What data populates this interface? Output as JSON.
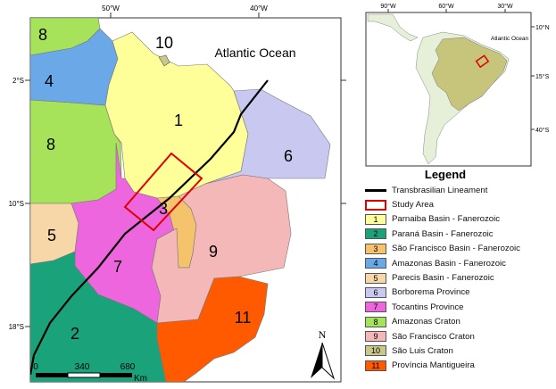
{
  "main_map": {
    "ocean_label": "Atlantic Ocean",
    "longitude_labels": [
      "50°W",
      "40°W"
    ],
    "latitude_labels": [
      "2°S",
      "10°S",
      "18°S"
    ],
    "region_labels": [
      "8",
      "4",
      "8",
      "10",
      "1",
      "6",
      "5",
      "3",
      "7",
      "9",
      "2",
      "11"
    ],
    "scale": {
      "ticks": [
        "0",
        "340",
        "680"
      ],
      "unit": "Km"
    },
    "north_label": "N",
    "colors": {
      "ocean": "#ffffff",
      "parnaiba": "#ffff99",
      "parana": "#1aa37a",
      "sao_francisco_basin": "#f5c36b",
      "amazonas_basin": "#6aa8e8",
      "parecis": "#f7d7a8",
      "borborema": "#c8c8f0",
      "tocantins": "#ee66dd",
      "amazonas_craton": "#a6e35a",
      "sao_francisco_craton": "#f5b8b8",
      "sao_luis": "#c8c88a",
      "mantiqueira": "#ff5a00",
      "lineament": "#000000",
      "study_area": "#e00000"
    }
  },
  "inset_map": {
    "longitude_labels": [
      "90°W",
      "60°W",
      "30°W"
    ],
    "latitude_labels": [
      "10°N",
      "15°S",
      "40°S"
    ],
    "ocean_label": "Atlantic Ocean",
    "colors": {
      "land": "#e6f0d8",
      "brazil": "#c7c47c",
      "study_area": "#e00000"
    }
  },
  "legend": {
    "title": "Legend",
    "line_item": "Transbrasilian Lineament",
    "box_item": "Study Area",
    "items": [
      {
        "num": "1",
        "label": "Parnaiba Basin - Fanerozoic",
        "color": "#ffff99"
      },
      {
        "num": "2",
        "label": "Paraná Basin - Fanerozoic",
        "color": "#1aa37a"
      },
      {
        "num": "3",
        "label": "São Francisco Basin - Fanerozoic",
        "color": "#f5c36b"
      },
      {
        "num": "4",
        "label": "Amazonas Basin - Fanerozoic",
        "color": "#6aa8e8"
      },
      {
        "num": "5",
        "label": "Parecis Basin - Fanerozoic",
        "color": "#f7d7a8"
      },
      {
        "num": "6",
        "label": "Borborema Province",
        "color": "#c8c8f0"
      },
      {
        "num": "7",
        "label": "Tocantins Province",
        "color": "#ee66dd"
      },
      {
        "num": "8",
        "label": "Amazonas Craton",
        "color": "#a6e35a"
      },
      {
        "num": "9",
        "label": "São Francisco Craton",
        "color": "#f5b8b8"
      },
      {
        "num": "10",
        "label": "São Luis Craton",
        "color": "#c8c88a"
      },
      {
        "num": "11",
        "label": "Província Mantigueira",
        "color": "#ff5a00"
      }
    ]
  }
}
